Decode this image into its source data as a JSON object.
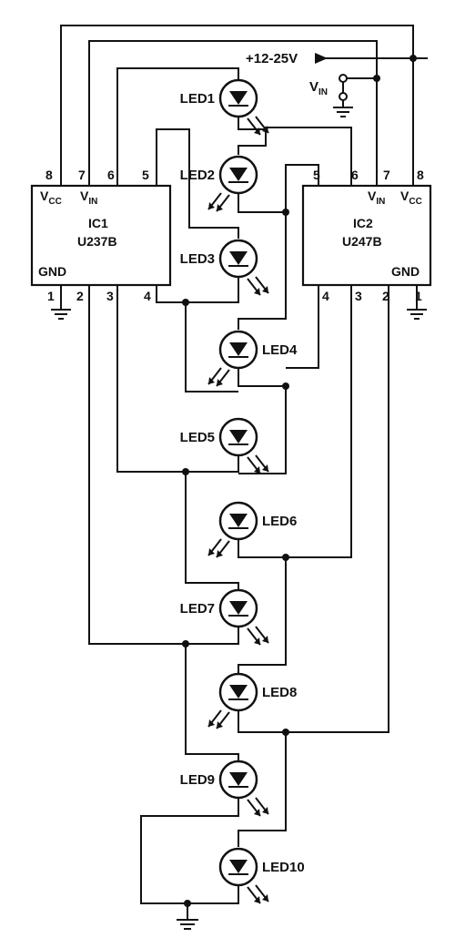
{
  "supply": {
    "label": "+12-25V",
    "vin_main": "V",
    "vin_sub": "IN"
  },
  "ic1": {
    "name": "IC1",
    "part": "U237B",
    "vcc_main": "V",
    "vcc_sub": "CC",
    "vin_main": "V",
    "vin_sub": "IN",
    "gnd": "GND",
    "pins": {
      "p1": "1",
      "p2": "2",
      "p3": "3",
      "p4": "4",
      "p5": "5",
      "p6": "6",
      "p7": "7",
      "p8": "8"
    }
  },
  "ic2": {
    "name": "IC2",
    "part": "U247B",
    "vcc_main": "V",
    "vcc_sub": "CC",
    "vin_main": "V",
    "vin_sub": "IN",
    "gnd": "GND",
    "pins": {
      "p1": "1",
      "p2": "2",
      "p3": "3",
      "p4": "4",
      "p5": "5",
      "p6": "6",
      "p7": "7",
      "p8": "8"
    }
  },
  "leds": [
    "LED1",
    "LED2",
    "LED3",
    "LED4",
    "LED5",
    "LED6",
    "LED7",
    "LED8",
    "LED9",
    "LED10"
  ]
}
